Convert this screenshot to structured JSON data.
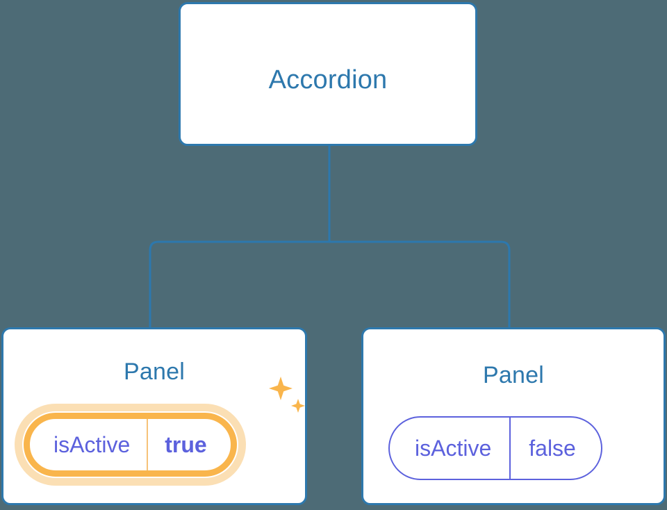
{
  "diagram": {
    "type": "component-tree",
    "background_color": "#4d6b76",
    "node_border_color": "#2d78ad",
    "node_title_color": "#2d78ad",
    "connector_color": "#2d78ad",
    "prop_color": "#5c61dd",
    "highlight_color": "#f9b54c",
    "highlight_glow_color": "#fbdfb4",
    "root": {
      "title": "Accordion"
    },
    "children": [
      {
        "title": "Panel",
        "prop": {
          "key": "isActive",
          "value": "true",
          "highlighted": true,
          "value_bold": true
        },
        "sparkle_large_icon": "sparkle-icon",
        "sparkle_small_icon": "sparkle-icon"
      },
      {
        "title": "Panel",
        "prop": {
          "key": "isActive",
          "value": "false",
          "highlighted": false,
          "value_bold": false
        }
      }
    ]
  }
}
